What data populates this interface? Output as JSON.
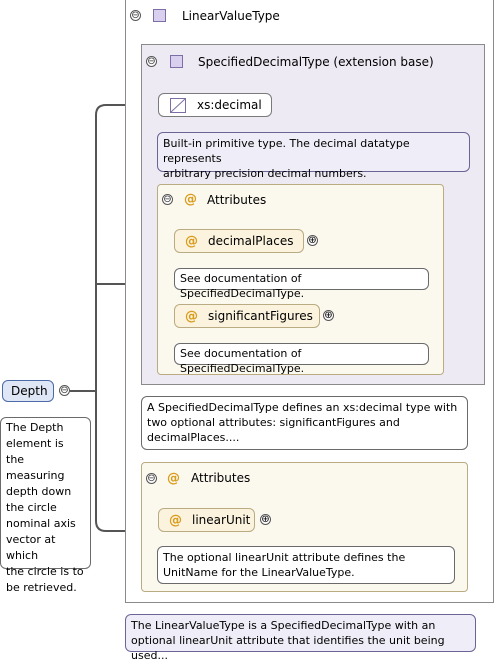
{
  "element": {
    "name": "Depth",
    "doc": [
      "The Depth",
      "element is the",
      "measuring",
      "depth down",
      "the circle",
      "nominal axis",
      "vector at which",
      "the circle is to",
      "be retrieved."
    ]
  },
  "linear_value_type": {
    "title": "LinearValueType",
    "doc": [
      "The LinearValueType is a SpecifiedDecimalType with an",
      "optional linearUnit attribute that identifies the unit being used..."
    ]
  },
  "specified_decimal_type": {
    "title": "SpecifiedDecimalType (extension base)",
    "doc": [
      "A SpecifiedDecimalType defines an xs:decimal type with",
      "two optional attributes: significantFigures and",
      "decimalPlaces...."
    ]
  },
  "xs_decimal": {
    "label": "xs:decimal",
    "doc": [
      "Built-in primitive type. The decimal datatype represents",
      "arbitrary precision decimal numbers."
    ]
  },
  "attributes_inner": {
    "title": "Attributes",
    "items": [
      {
        "name": "decimalPlaces",
        "doc": "See documentation of SpecifiedDecimalType."
      },
      {
        "name": "significantFigures",
        "doc": "See documentation of SpecifiedDecimalType."
      }
    ]
  },
  "attributes_outer": {
    "title": "Attributes",
    "items": [
      {
        "name": "linearUnit",
        "doc": [
          "The optional linearUnit attribute defines the",
          "UnitName for the LinearValueType."
        ]
      }
    ]
  },
  "symbols": {
    "collapse": "⊖",
    "expand": "⊕",
    "attr": "@"
  }
}
